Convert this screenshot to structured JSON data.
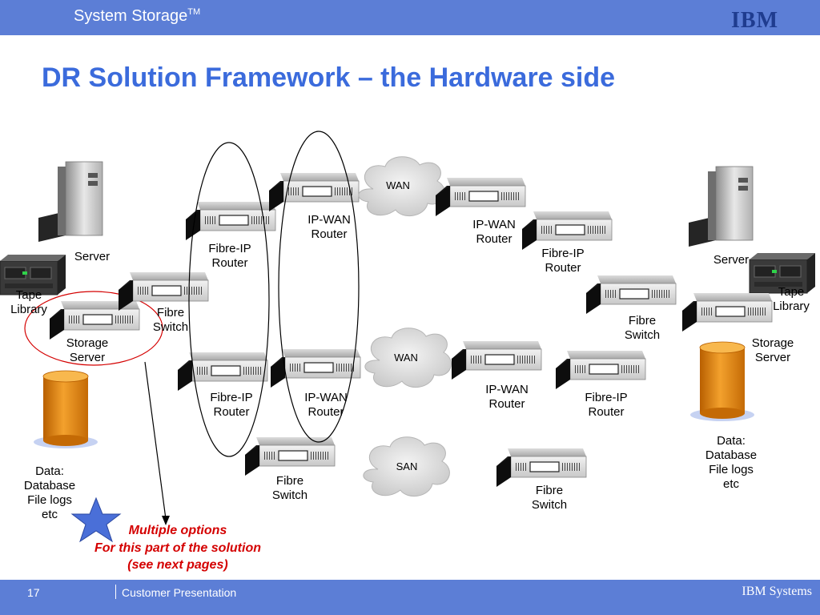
{
  "header": {
    "brand": "System Storage",
    "tm": "TM",
    "logo": "IBM"
  },
  "title": "DR Solution Framework – the Hardware side",
  "labels": {
    "server_left": "Server",
    "tape_left": "Tape\nLibrary",
    "storage_left": "Storage\nServer",
    "data_left": "Data:\nDatabase\nFile logs\netc",
    "fibre_switch_left": "Fibre\nSwitch",
    "fibre_ip_router_top": "Fibre-IP\nRouter",
    "fibre_ip_router_bottom": "Fibre-IP\nRouter",
    "ip_wan_router_top": "IP-WAN\nRouter",
    "ip_wan_router_bottom": "IP-WAN\nRouter",
    "fibre_switch_bottom": "Fibre\nSwitch",
    "wan_top": "WAN",
    "wan_mid": "WAN",
    "san": "SAN",
    "ip_wan_router_right_top": "IP-WAN\nRouter",
    "fibre_ip_router_right_top": "Fibre-IP\nRouter",
    "fibre_switch_right": "Fibre\nSwitch",
    "ip_wan_router_right_mid": "IP-WAN\nRouter",
    "fibre_ip_router_right_mid": "Fibre-IP\nRouter",
    "fibre_switch_right_bottom": "Fibre\nSwitch",
    "server_right": "Server",
    "tape_right": "Tape\nLibrary",
    "storage_right": "Storage\nServer",
    "data_right": "Data:\nDatabase\nFile logs\netc"
  },
  "note": {
    "line1": "Multiple options",
    "line2": "For this part of the solution",
    "line3": "(see next pages)"
  },
  "footer": {
    "page": "17",
    "left": "Customer Presentation",
    "right": "IBM Systems"
  },
  "colors": {
    "header_bar": "#5c7ed6",
    "title": "#3b6bdc",
    "note": "#d40000",
    "star": "#4a6fd8",
    "cylinder": "#e88a10"
  }
}
